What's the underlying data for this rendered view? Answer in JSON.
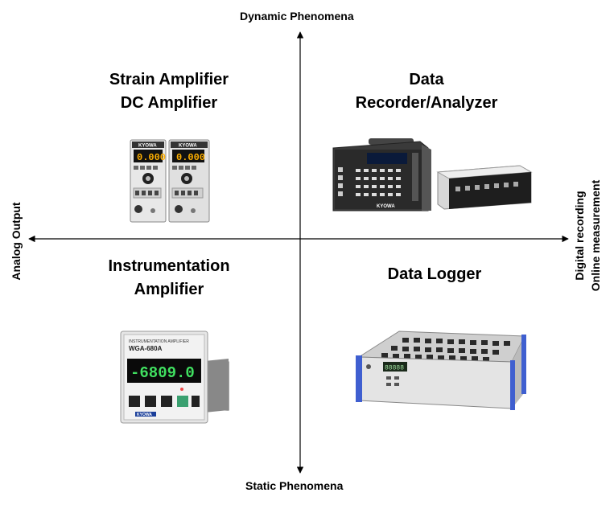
{
  "axes": {
    "top": "Dynamic Phenomena",
    "bottom": "Static Phenomena",
    "left": "Analog Output",
    "right_line1": "Digital recording",
    "right_line2": "Online measurement"
  },
  "quadrants": {
    "top_left": {
      "line1": "Strain Amplifier",
      "line2": "DC Amplifier"
    },
    "top_right": {
      "line1": "Data",
      "line2": "Recorder/Analyzer"
    },
    "bottom_left": {
      "line1": "Instrumentation",
      "line2": "Amplifier"
    },
    "bottom_right": {
      "line1": "Data Logger"
    }
  },
  "devices": {
    "strain_amp_brand": "KYOWA",
    "strain_amp_readout": "0.000",
    "recorder_brand": "KYOWA",
    "instrument_model": "WGA-680A",
    "instrument_readout": "-6809.0",
    "instrument_brand": "KYOWA",
    "logger_display": "88888"
  },
  "colors": {
    "axis": "#000000",
    "display_green": "#40e060",
    "display_orange": "#ffb000",
    "logger_blue": "#3f5fd0"
  }
}
